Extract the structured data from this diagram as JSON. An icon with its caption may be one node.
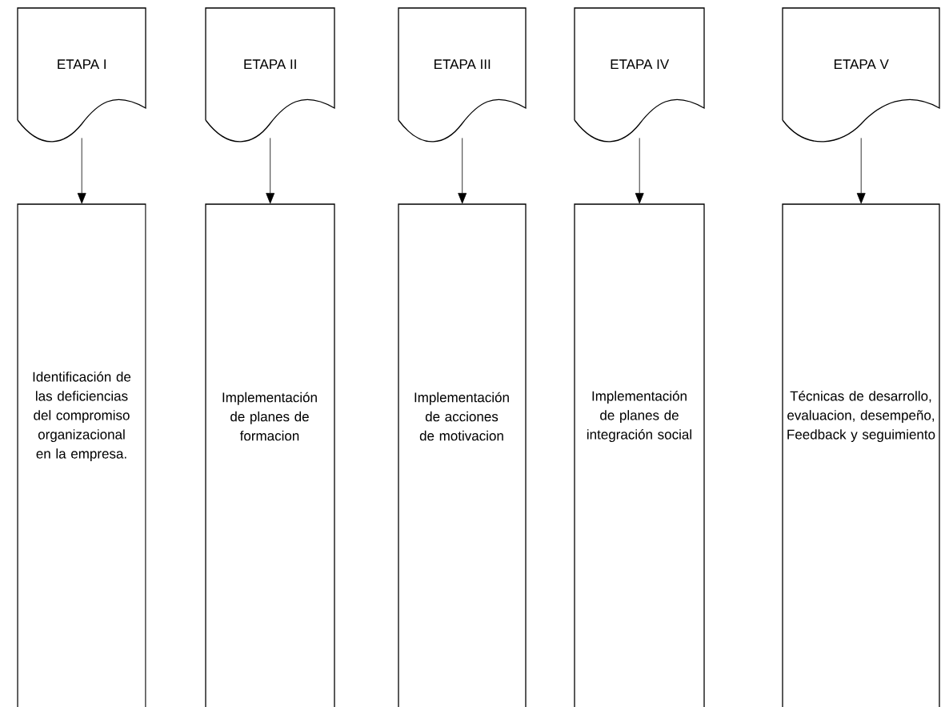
{
  "diagram": {
    "nodes": [
      {
        "text": [
          "ETAPA I"
        ]
      },
      {
        "text": [
          "ETAPA II"
        ]
      },
      {
        "text": [
          "ETAPA III"
        ]
      },
      {
        "text": [
          "ETAPA IV"
        ]
      },
      {
        "text": [
          "ETAPA V"
        ]
      },
      {
        "text": [
          "Identificación de las deficiencias del compromiso organizacional en la empresa."
        ]
      },
      {
        "text": [
          "Implementación de planes de formacion"
        ]
      },
      {
        "text": [
          "Implementación de acciones de motivacion"
        ]
      },
      {
        "text": [
          "Implementación de planes de integración social"
        ]
      },
      {
        "text": [
          "Técnicas de desarrollo, evaluacion, desempeño, Feedback y seguimiento"
        ]
      }
    ],
    "edges": [
      {
        "from": 0,
        "to": 5,
        "arrow": "to"
      },
      {
        "from": 1,
        "to": 6,
        "arrow": "to"
      },
      {
        "from": 2,
        "to": 7,
        "arrow": "to"
      },
      {
        "from": 3,
        "to": 8,
        "arrow": "to"
      },
      {
        "from": 4,
        "to": 9,
        "arrow": "to"
      }
    ]
  }
}
